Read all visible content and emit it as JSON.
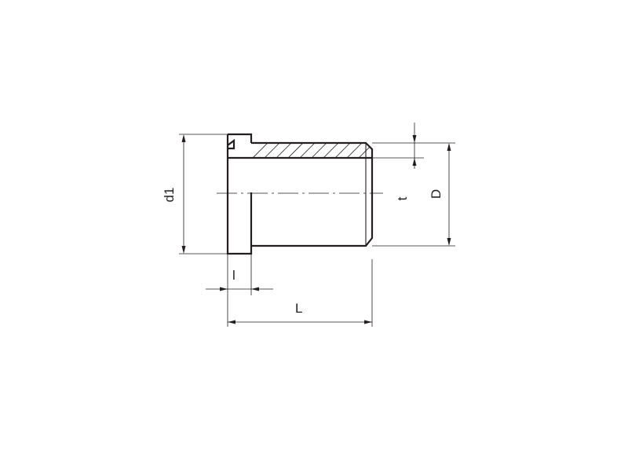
{
  "drawing": {
    "dimension_labels": {
      "d1": "d1",
      "l": "l",
      "L": "L",
      "t": "t",
      "D": "D"
    },
    "line_color": "#231f20",
    "background": "#ffffff"
  }
}
